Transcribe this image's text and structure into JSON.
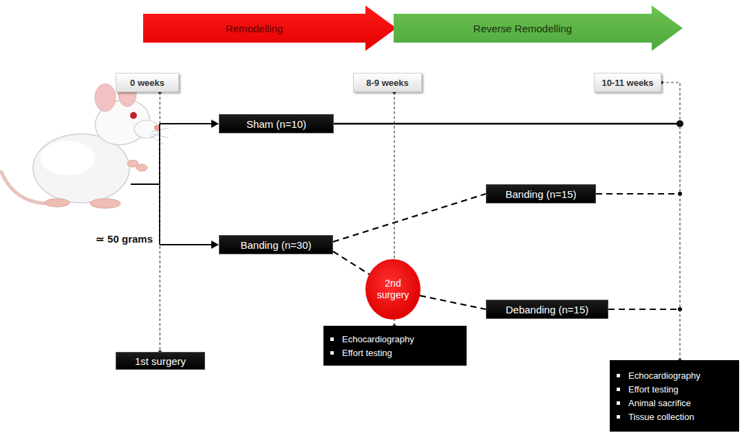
{
  "diagram": {
    "nodes": [
      {
        "text": [
          "Remodelling"
        ]
      },
      {
        "text": [
          "Reverse Remodelling"
        ]
      },
      {
        "text": [
          "0 weeks"
        ]
      },
      {
        "text": [
          "8-9 weeks"
        ]
      },
      {
        "text": [
          "10-11 weeks"
        ]
      },
      {
        "text": [
          "Sham (n=10)"
        ]
      },
      {
        "text": [
          "Banding (n=15)"
        ]
      },
      {
        "text": [
          "Banding (n=30)"
        ]
      },
      {
        "text": [
          "2nd surgery"
        ]
      },
      {
        "text": [
          "Debanding (n=15)"
        ]
      },
      {
        "text": [
          "1st surgery"
        ]
      },
      {
        "text": [
          "Echocardiography",
          "Effort testing"
        ]
      },
      {
        "text": [
          "Echocardiography",
          "Effort testing",
          "Animal sacrifice",
          "Tissue collection"
        ]
      }
    ],
    "edges": [
      {
        "from": 7,
        "to": 6,
        "arrow": "none"
      },
      {
        "from": 7,
        "to": 8,
        "arrow": "none"
      },
      {
        "from": 8,
        "to": 9,
        "arrow": "none"
      },
      {
        "from": 2,
        "to": 10,
        "arrow": "none"
      },
      {
        "from": 3,
        "to": 11,
        "arrow": "none"
      },
      {
        "from": 4,
        "to": 12,
        "arrow": "none"
      }
    ],
    "labels": [
      "≃ 50 grams"
    ]
  }
}
